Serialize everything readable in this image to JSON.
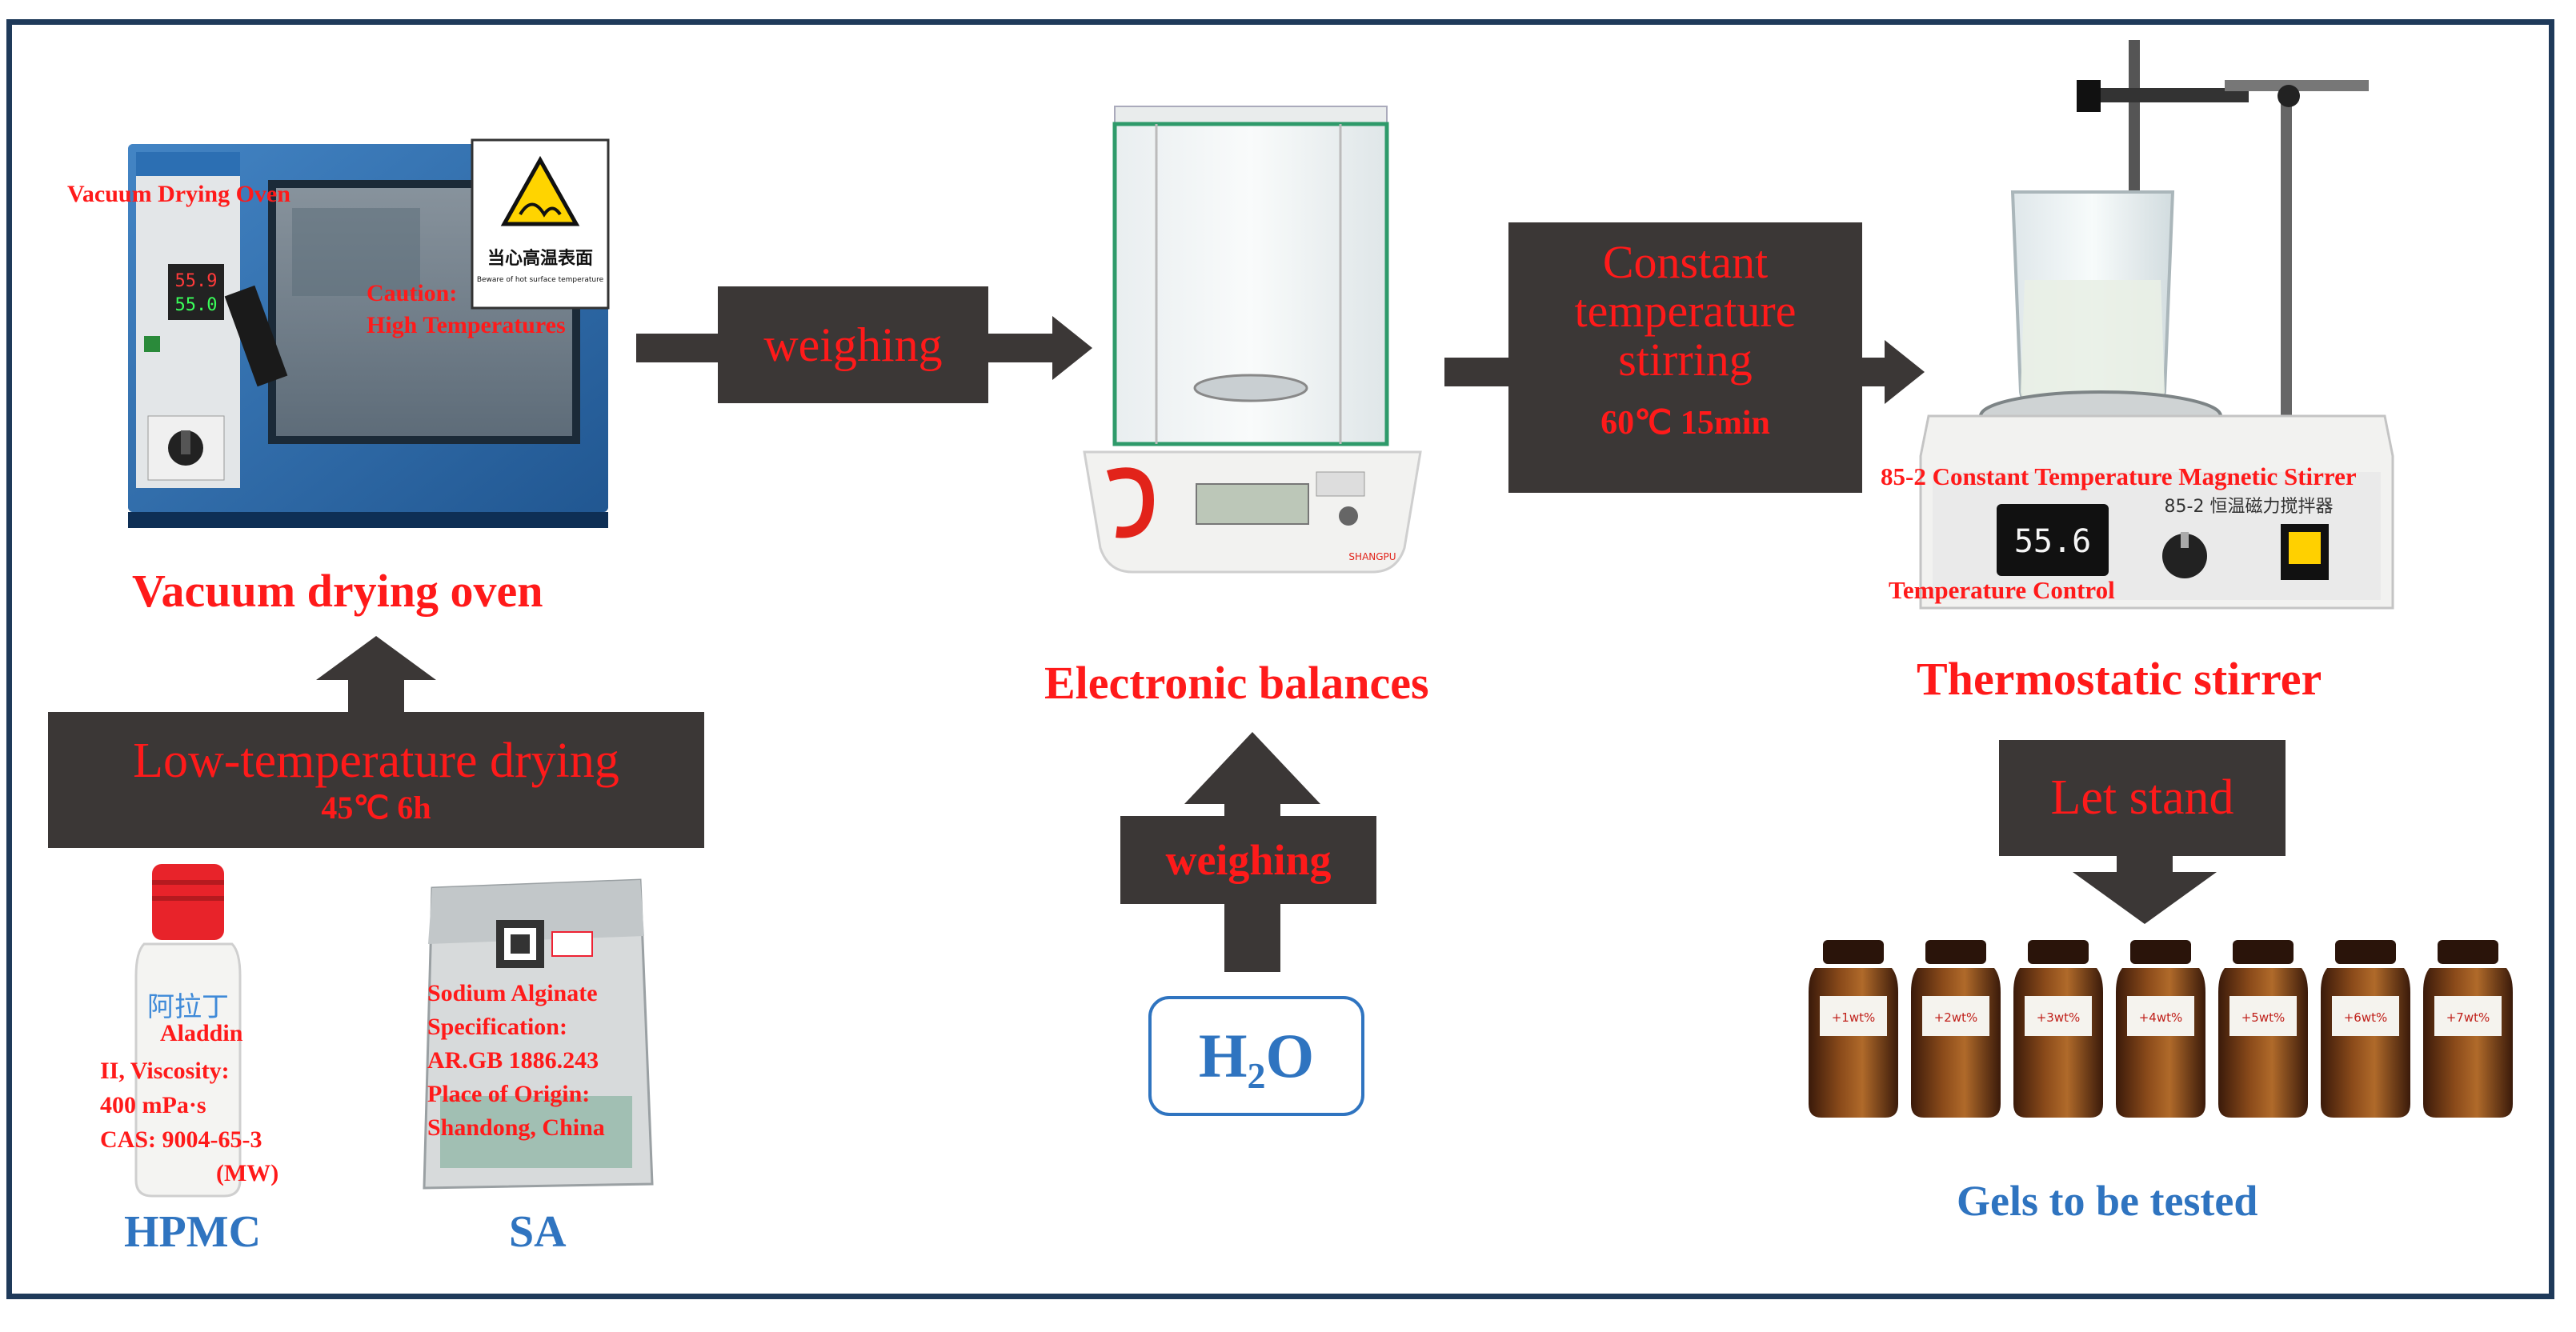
{
  "colors": {
    "frame": "#1f3a5a",
    "box_fill": "#3b3736",
    "text_red": "#ff1a1a",
    "text_blue": "#2f74c0",
    "arrow": "#3b3736"
  },
  "icons": [
    "vacuum-oven-photo",
    "electronic-balance-photo",
    "magnetic-stirrer-photo",
    "hpmc-bottle-photo",
    "sa-bag-photo",
    "gel-vials-photo"
  ],
  "oven": {
    "caption": "Vacuum drying oven",
    "label_device": "Vacuum Drying  Oven",
    "label_caution_1": "Caution:",
    "label_caution_2": "High Temperatures",
    "sign_text": "当心高温表面",
    "sign_subtext": "Beware of hot surface temperature",
    "display_1": "55.9",
    "display_2": "55.0"
  },
  "step_weighing_1": "weighing",
  "balance": {
    "caption": "Electronic balances",
    "brand": "SHANGPU"
  },
  "step_stirring": {
    "line1": "Constant",
    "line2": "temperature",
    "line3": "stirring",
    "condition": "60℃ 15min"
  },
  "stirrer": {
    "caption": "Thermostatic stirrer",
    "label_model": "85-2 Constant Temperature  Magnetic Stirrer",
    "label_control": "Temperature Control",
    "display": "55.6",
    "panel_text": "85-2 恒温磁力搅拌器"
  },
  "step_let_stand": "Let stand",
  "gels": {
    "caption": "Gels to be tested",
    "vial_labels": [
      "+1wt%",
      "+2wt%",
      "+3wt%",
      "+4wt%",
      "+5wt%",
      "+6wt%",
      "+7wt%"
    ]
  },
  "step_drying": {
    "line1": "Low-temperature drying",
    "condition": "45℃  6h"
  },
  "step_weighing_2": "weighing",
  "water": {
    "label_main": "H",
    "label_sub": "2",
    "label_tail": "O"
  },
  "hpmc": {
    "caption": "HPMC",
    "bottle_text": "阿拉丁",
    "line1": "Aladdin",
    "line2": "II, Viscosity:",
    "line3": "400 mPa·s",
    "line4": "CAS: 9004-65-3",
    "line5": "(MW)"
  },
  "sa": {
    "caption": "SA",
    "line1": "Sodium Alginate",
    "line2": "Specification:",
    "line3": "AR.GB 1886.243",
    "line4": "Place of Origin:",
    "line5": "Shandong, China"
  }
}
